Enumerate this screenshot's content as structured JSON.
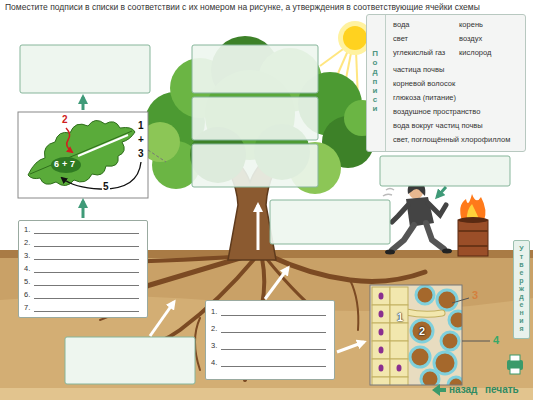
{
  "diagram": {
    "title": "Поместите подписи в списки в соответствии с их номером на рисунке, а утверждения в соответствующие ячейки схемы",
    "nodes": [
      {
        "text": [
          "Подписи",
          "вода",
          "корень",
          "свет",
          "воздух",
          "углекислый газ",
          "кислород",
          "частица почвы",
          "корневой волосок",
          "глюкоза (питание)",
          "воздушное пространство",
          "вода вокруг частиц почвы",
          "свет, поглощённый хлорофиллом"
        ]
      },
      {
        "text": [
          "Утверждения"
        ]
      },
      {
        "text": [
          "1.",
          "2.",
          "3.",
          "4.",
          "5.",
          "6.",
          "7."
        ]
      },
      {
        "text": [
          "1.",
          "2.",
          "3.",
          "4."
        ]
      }
    ],
    "labels": [
      "2",
      "1",
      "+",
      "3",
      "6",
      "+",
      "7",
      "5",
      "3",
      "1",
      "2",
      "4",
      "назад",
      "печать"
    ]
  }
}
